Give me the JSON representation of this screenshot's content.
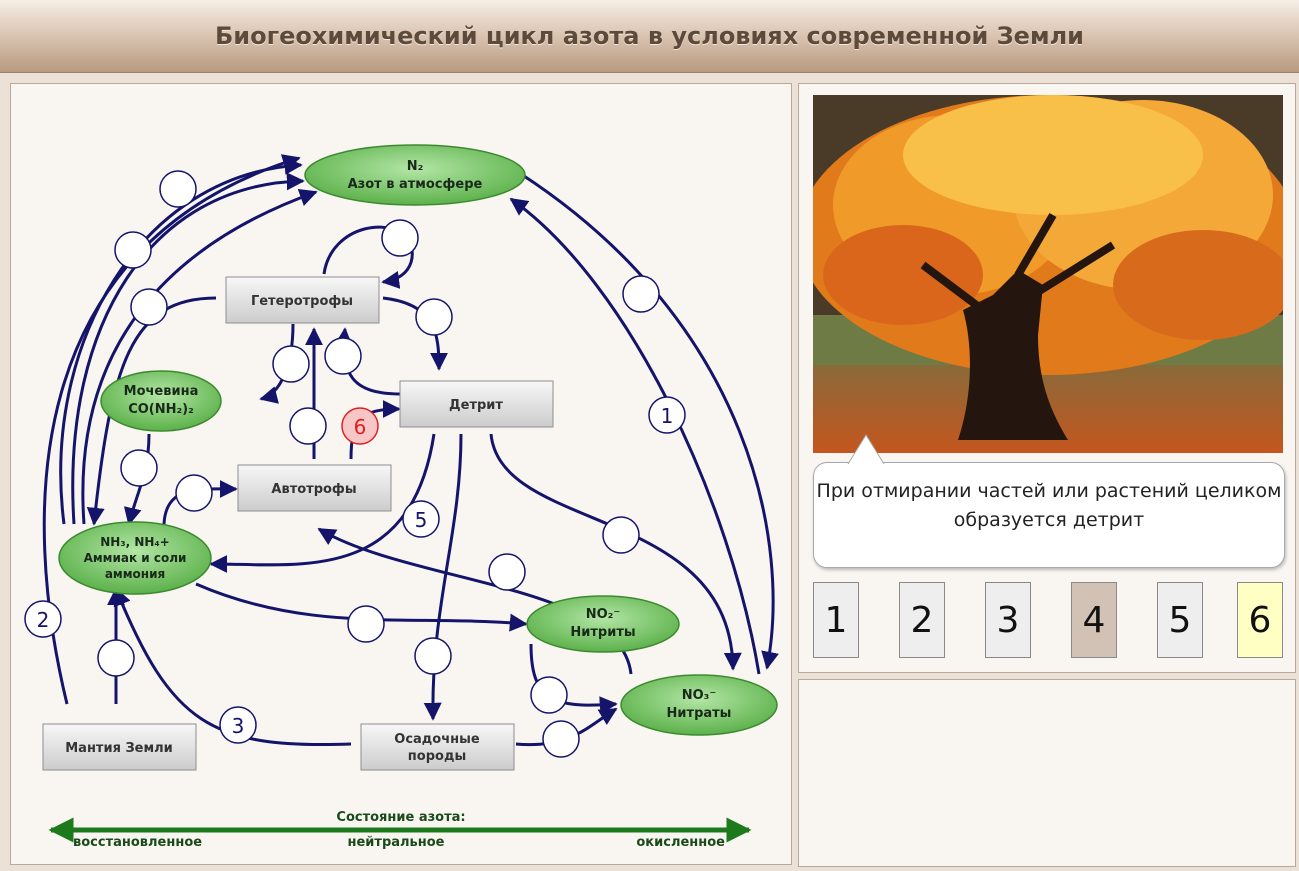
{
  "header": {
    "title": "Биогеохимический цикл азота в условиях современной Земли"
  },
  "nodes": {
    "atmosphere": {
      "formula": "N₂",
      "name": "Азот в атмосфере"
    },
    "heterotrophs": "Гетеротрофы",
    "detritus": "Детрит",
    "urea": {
      "name": "Мочевина",
      "formula": "CO(NH₂)₂"
    },
    "autotrophs": "Автотрофы",
    "ammonia": {
      "line1": "NH₃, NH₄+",
      "line2": "Аммиак и соли",
      "line3": "аммония"
    },
    "nitrites": {
      "formula": "NO₂⁻",
      "name": "Нитриты"
    },
    "nitrates": {
      "formula": "NO₃⁻",
      "name": "Нитраты"
    },
    "mantle": "Мантия Земли",
    "sediments": {
      "line1": "Осадочные",
      "line2": "породы"
    }
  },
  "process_labels": {
    "p1": "1",
    "p2": "2",
    "p3": "3",
    "p5": "5",
    "p6": "6"
  },
  "scale": {
    "title": "Состояние азота:",
    "reduced": "восстановленное",
    "neutral": "нейтральное",
    "oxidized": "окисленное"
  },
  "info": {
    "caption": "При отмирании частей или растений целиком образуется детрит"
  },
  "steps": [
    {
      "label": "1",
      "state": "default"
    },
    {
      "label": "2",
      "state": "default"
    },
    {
      "label": "3",
      "state": "default"
    },
    {
      "label": "4",
      "state": "visited"
    },
    {
      "label": "5",
      "state": "default"
    },
    {
      "label": "6",
      "state": "active"
    }
  ],
  "colors": {
    "arrow": "#14146b",
    "ellipse_fill": "#7dcb6e",
    "highlight_circle": "#f7c7c7",
    "highlight_text": "#e02020",
    "scale_arrow": "#1c7a1c",
    "step_default": "#eeeeee",
    "step_visited": "#d2c2b6",
    "step_active": "#ffffc4"
  }
}
